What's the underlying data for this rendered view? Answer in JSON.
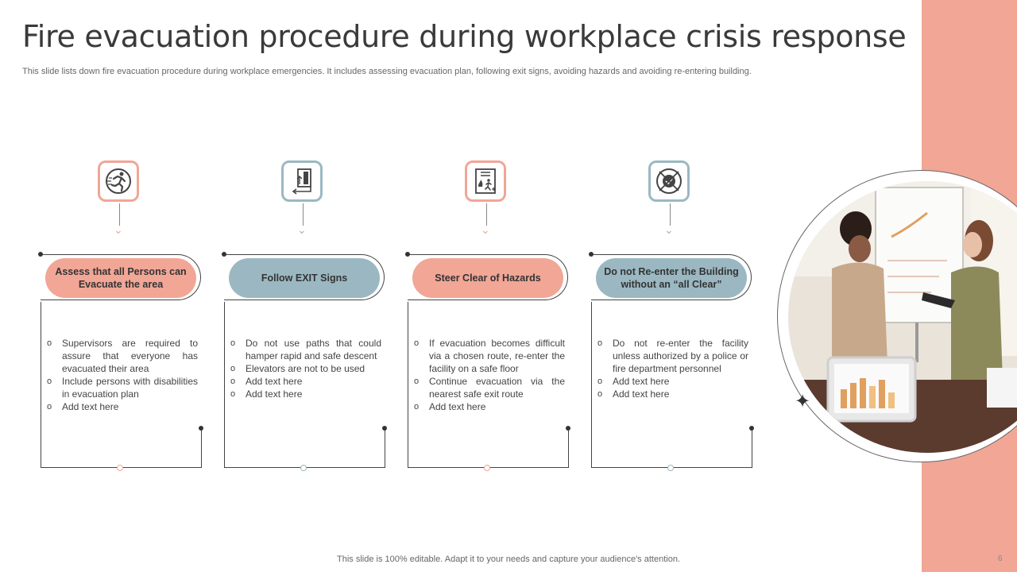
{
  "title": "Fire evacuation procedure during workplace crisis response",
  "subtitle": "This slide lists down fire evacuation procedure during workplace emergencies. It includes assessing evacuation plan, following exit signs, avoiding hazards and avoiding re-entering building.",
  "colors": {
    "salmon": "#f1a696",
    "slate": "#9bb8c2",
    "band": "#f1a696"
  },
  "steps": [
    {
      "icon": "running-person-icon",
      "heading": "Assess that all Persons can Evacuate the area",
      "bullets": [
        "Supervisors are required to assure that everyone has evacuated their area",
        "Include persons with disabilities in evacuation plan",
        "Add text here"
      ]
    },
    {
      "icon": "exit-door-icon",
      "heading": "Follow EXIT Signs",
      "bullets": [
        "Do not use paths that could hamper rapid and safe descent",
        "Elevators are not to be used",
        "Add text here",
        "Add text here"
      ]
    },
    {
      "icon": "evacuation-plan-icon",
      "heading": "Steer Clear of Hazards",
      "bullets": [
        "If evacuation becomes difficult via a chosen route, re-enter the facility on a safe floor",
        "Continue evacuation via the nearest safe exit route",
        "Add text here"
      ]
    },
    {
      "icon": "no-entry-icon",
      "heading": "Do not Re-enter the Building without an “all Clear”",
      "bullets": [
        "Do not re-enter the facility unless authorized by a police or fire department personnel",
        "Add text here",
        "Add text here"
      ]
    }
  ],
  "footer": "This slide is 100% editable. Adapt it to your needs and capture your audience's attention.",
  "page_number": "6"
}
